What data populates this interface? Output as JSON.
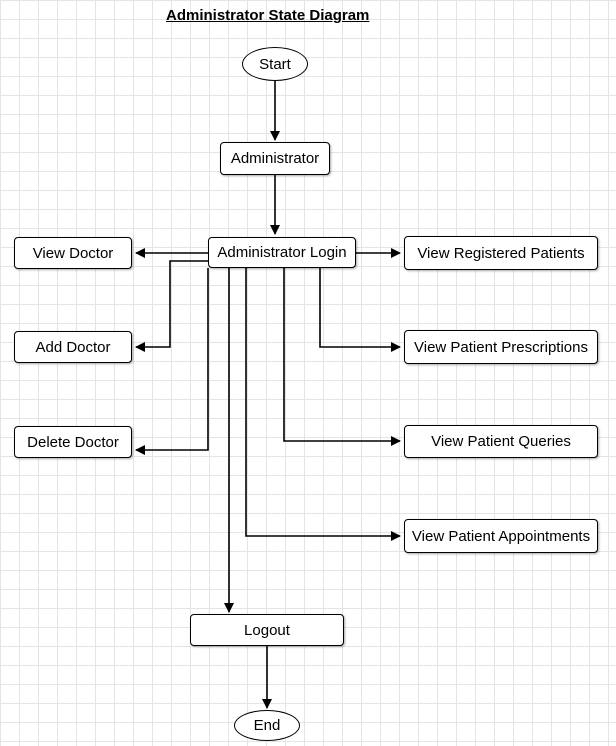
{
  "title": "Administrator State Diagram",
  "nodes": {
    "start": "Start",
    "administrator": "Administrator",
    "login": "Administrator Login",
    "view_doctor": "View Doctor",
    "add_doctor": "Add Doctor",
    "delete_doctor": "Delete Doctor",
    "view_registered_patients": "View Registered Patients",
    "view_patient_prescriptions": "View Patient Prescriptions",
    "view_patient_queries": "View Patient Queries",
    "view_patient_appointments": "View Patient Appointments",
    "logout": "Logout",
    "end": "End"
  },
  "colors": {
    "line": "#000000",
    "grid": "#e4e4e4",
    "box_fill": "#ffffff"
  }
}
